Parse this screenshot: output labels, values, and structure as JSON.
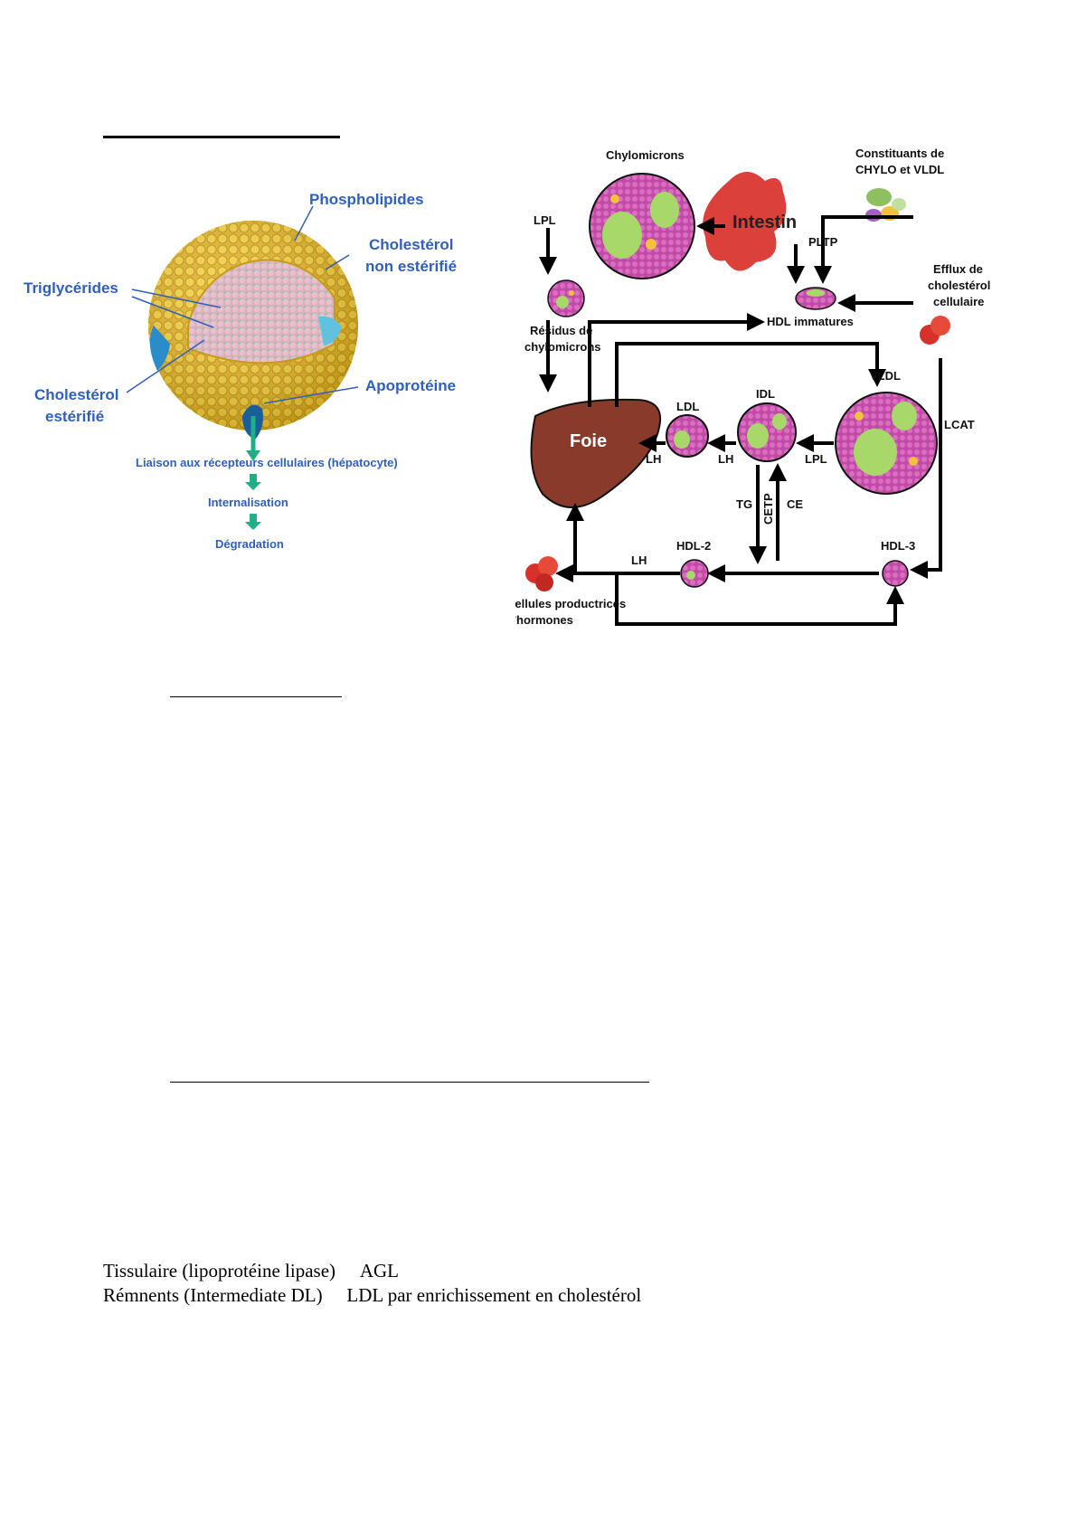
{
  "left_figure": {
    "labels": {
      "phospholipides": "Phospholipides",
      "cholesterol_non_esterifie_1": "Cholestérol",
      "cholesterol_non_esterifie_2": "non estérifié",
      "triglycerides": "Triglycérides",
      "cholesterol_esterifie_1": "Cholestérol",
      "cholesterol_esterifie_2": "estérifié",
      "apoproteine": "Apoprotéine"
    },
    "steps": {
      "liaison": "Liaison aux récepteurs cellulaires (hépatocyte)",
      "internalisation": "Internalisation",
      "degradation": "Dégradation"
    }
  },
  "right_figure": {
    "labels": {
      "chylomicrons": "Chylomicrons",
      "constituants_1": "Constituants de",
      "constituants_2": "CHYLO et VLDL",
      "lpl_top": "LPL",
      "intestin": "Intestin",
      "pltp": "PLTP",
      "efflux_1": "Efflux de",
      "efflux_2": "cholestérol",
      "efflux_3": "cellulaire",
      "residus_1": "Résidus de",
      "residus_2": "chylomicrons",
      "hdl_immatures": "HDL immatures",
      "vldl": "VLDL",
      "idl": "IDL",
      "ldl": "LDL",
      "foie": "Foie",
      "lh_1": "LH",
      "lh_2": "LH",
      "lpl_mid": "LPL",
      "lcat": "LCAT",
      "tg": "TG",
      "cetp": "CETP",
      "ce": "CE",
      "lh_3": "LH",
      "hdl2": "HDL-2",
      "hdl3": "HDL-3",
      "cellules_1": "Cellules productrices",
      "cellules_2": "d'hormones"
    }
  },
  "text": {
    "line1": "Tissulaire (lipoprotéine lipase)  AGL",
    "line2": "Rémnents (Intermediate DL)  LDL par enrichissement en cholestérol"
  }
}
